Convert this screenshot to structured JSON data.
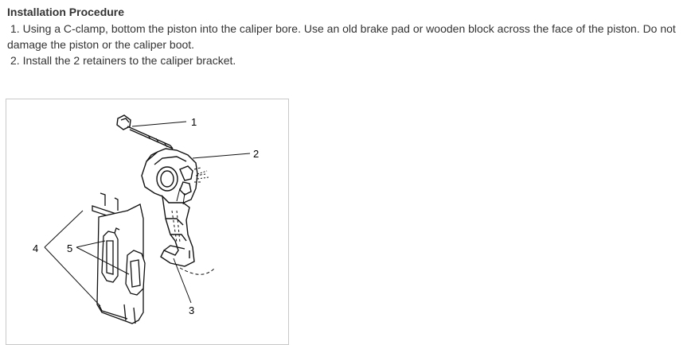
{
  "document": {
    "title": "Installation Procedure",
    "steps": [
      {
        "number": "1.",
        "text": "Using a C-clamp, bottom the piston into the caliper bore. Use an old brake pad or wooden block across the face of the piston. Do not damage the piston or the caliper boot."
      },
      {
        "number": "2.",
        "text": "Install the 2 retainers to the caliper bracket."
      }
    ]
  },
  "figure": {
    "callouts": [
      "1",
      "2",
      "3",
      "4",
      "5"
    ]
  }
}
